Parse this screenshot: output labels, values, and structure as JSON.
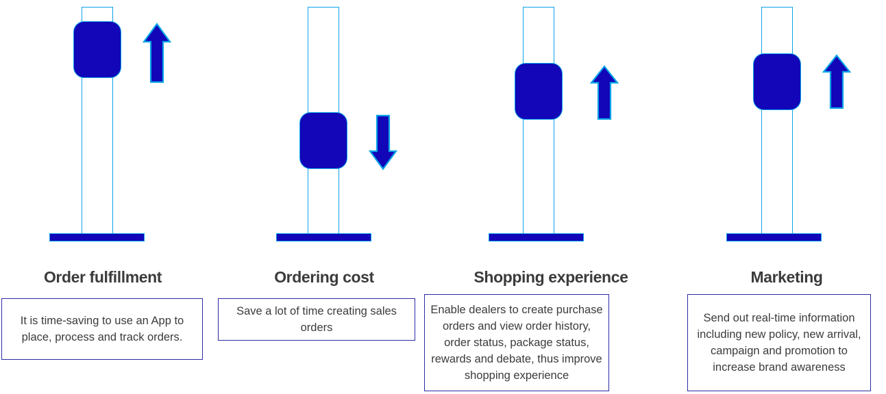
{
  "theme": {
    "background": "#ffffff",
    "fill_blue": "#1206b8",
    "outline_cyan": "#0aa3e8",
    "box_border": "#2a2aa5",
    "text_color": "#3b3b3b"
  },
  "columns": [
    {
      "id": "order-fulfillment",
      "heading": "Order fulfillment",
      "body": "It is time-saving to use an App to place, process and track orders.",
      "trend": "up",
      "trend_icon": "arrow-up-icon",
      "indicator_level": "high"
    },
    {
      "id": "ordering-cost",
      "heading": "Ordering cost",
      "body": "Save a lot of time creating sales orders",
      "trend": "down",
      "trend_icon": "arrow-down-icon",
      "indicator_level": "low"
    },
    {
      "id": "shopping-experience",
      "heading": "Shopping experience",
      "body": "Enable dealers to create purchase orders and view order history, order status, package status, rewards and debate, thus improve shopping experience",
      "trend": "up",
      "trend_icon": "arrow-up-icon",
      "indicator_level": "medium-high"
    },
    {
      "id": "marketing",
      "heading": "Marketing",
      "body": "Send out real-time information including new policy, new arrival, campaign and promotion to increase brand awareness",
      "trend": "up",
      "trend_icon": "arrow-up-icon",
      "indicator_level": "high"
    }
  ]
}
